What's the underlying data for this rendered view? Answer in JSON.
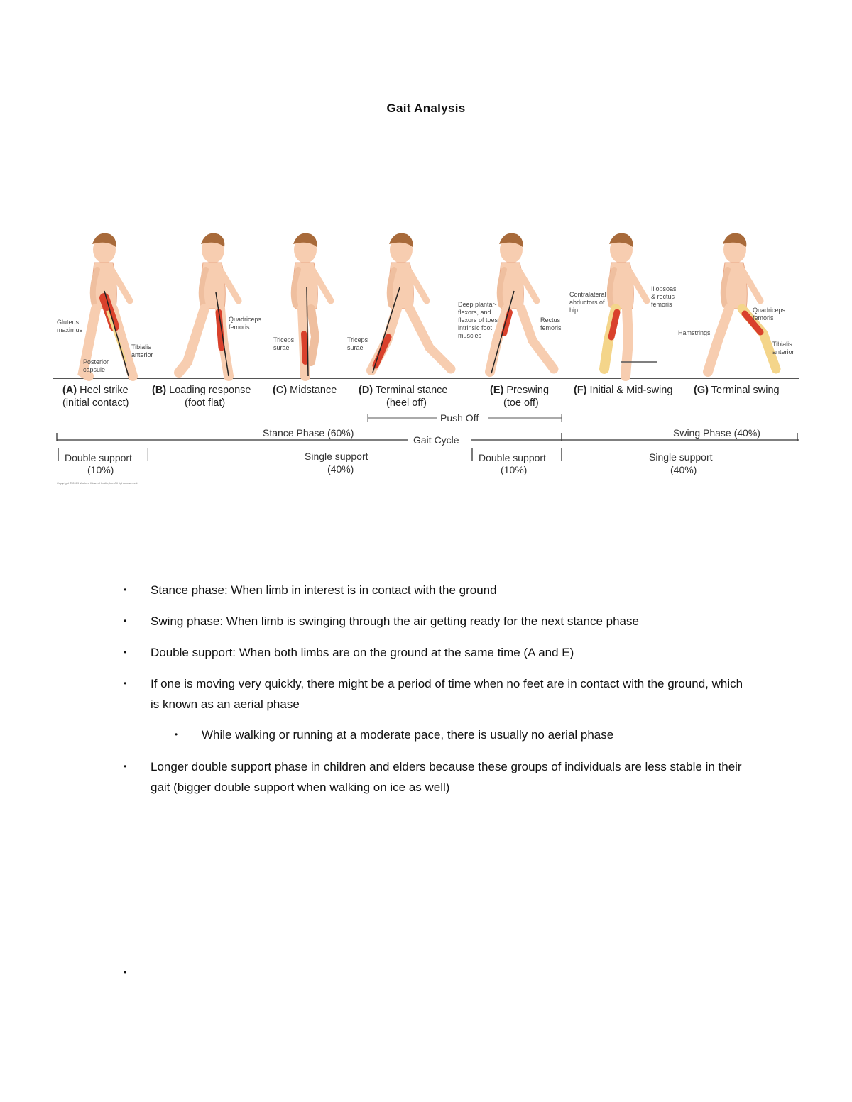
{
  "document": {
    "title": "Gait Analysis"
  },
  "figure": {
    "phases": [
      {
        "letter": "(A)",
        "name": "Heel strike",
        "detail": "(initial contact)"
      },
      {
        "letter": "(B)",
        "name": "Loading response",
        "detail": "(foot flat)"
      },
      {
        "letter": "(C)",
        "name": "Midstance",
        "detail": ""
      },
      {
        "letter": "(D)",
        "name": "Terminal stance",
        "detail": "(heel off)"
      },
      {
        "letter": "(E)",
        "name": "Preswing",
        "detail": "(toe off)"
      },
      {
        "letter": "(F)",
        "name": "Initial & Mid-swing",
        "detail": ""
      },
      {
        "letter": "(G)",
        "name": "Terminal swing",
        "detail": ""
      }
    ],
    "muscles": {
      "gluteus": "Gluteus",
      "maximus": "maximus",
      "tibialis1": "Tibialis",
      "anterior1": "anterior",
      "posterior": "Posterior",
      "capsule": "capsule",
      "quad1": "Quadriceps",
      "femoris1": "femoris",
      "triceps1": "Triceps",
      "surae1": "surae",
      "triceps2": "Triceps",
      "surae2": "surae",
      "deep1": "Deep plantar-",
      "deep2": "flexors, and",
      "deep3": "flexors of toes",
      "deep4": "intrinsic foot",
      "deep5": "muscles",
      "rectus": "Rectus",
      "femoris2": "femoris",
      "contra1": "Contralateral",
      "contra2": "abductors of",
      "contra3": "hip",
      "ilio1": "Iliopsoas",
      "ilio2": "& rectus",
      "ilio3": "femoris",
      "hamstrings": "Hamstrings",
      "quad2": "Quadriceps",
      "femoris3": "femoris",
      "tibialis2": "Tibialis",
      "anterior2": "anterior"
    },
    "push_off": "Push Off",
    "stance_phase": "Stance Phase (60%)",
    "gait_cycle": "Gait Cycle",
    "swing_phase": "Swing Phase (40%)",
    "supports": [
      {
        "label": "Double support",
        "pct": "(10%)"
      },
      {
        "label": "Single support",
        "pct": "(40%)"
      },
      {
        "label": "Double support",
        "pct": "(10%)"
      },
      {
        "label": "Single support",
        "pct": "(40%)"
      }
    ],
    "copyright": "Copyright © 2019 Wolters Kluwer Health, Inc. All rights reserved."
  },
  "bullets": [
    {
      "text": "Stance phase: When limb in interest is in contact with the ground"
    },
    {
      "text": "Swing phase: When limb is swinging through the air getting ready for the next stance phase"
    },
    {
      "text": "Double support: When both limbs are on the ground at the same time (A and E)"
    },
    {
      "text": "If one is moving very quickly, there might be a period of time when no feet are in contact with the ground, which is known as an aerial phase"
    },
    {
      "text": "While walking or running at a moderate pace, there is usually no aerial phase"
    },
    {
      "text": "Longer double support phase in children and elders because these groups of individuals are less stable in their gait (bigger double support when walking on ice as well)"
    },
    {
      "text": ""
    }
  ],
  "bullet_glyph": "•",
  "colors": {
    "skin": "#f7cdb0",
    "skin_shade": "#e9a987",
    "hair": "#a86a3a",
    "bone": "#f4d58a",
    "muscle": "#d9412c",
    "ground": "#555555"
  }
}
